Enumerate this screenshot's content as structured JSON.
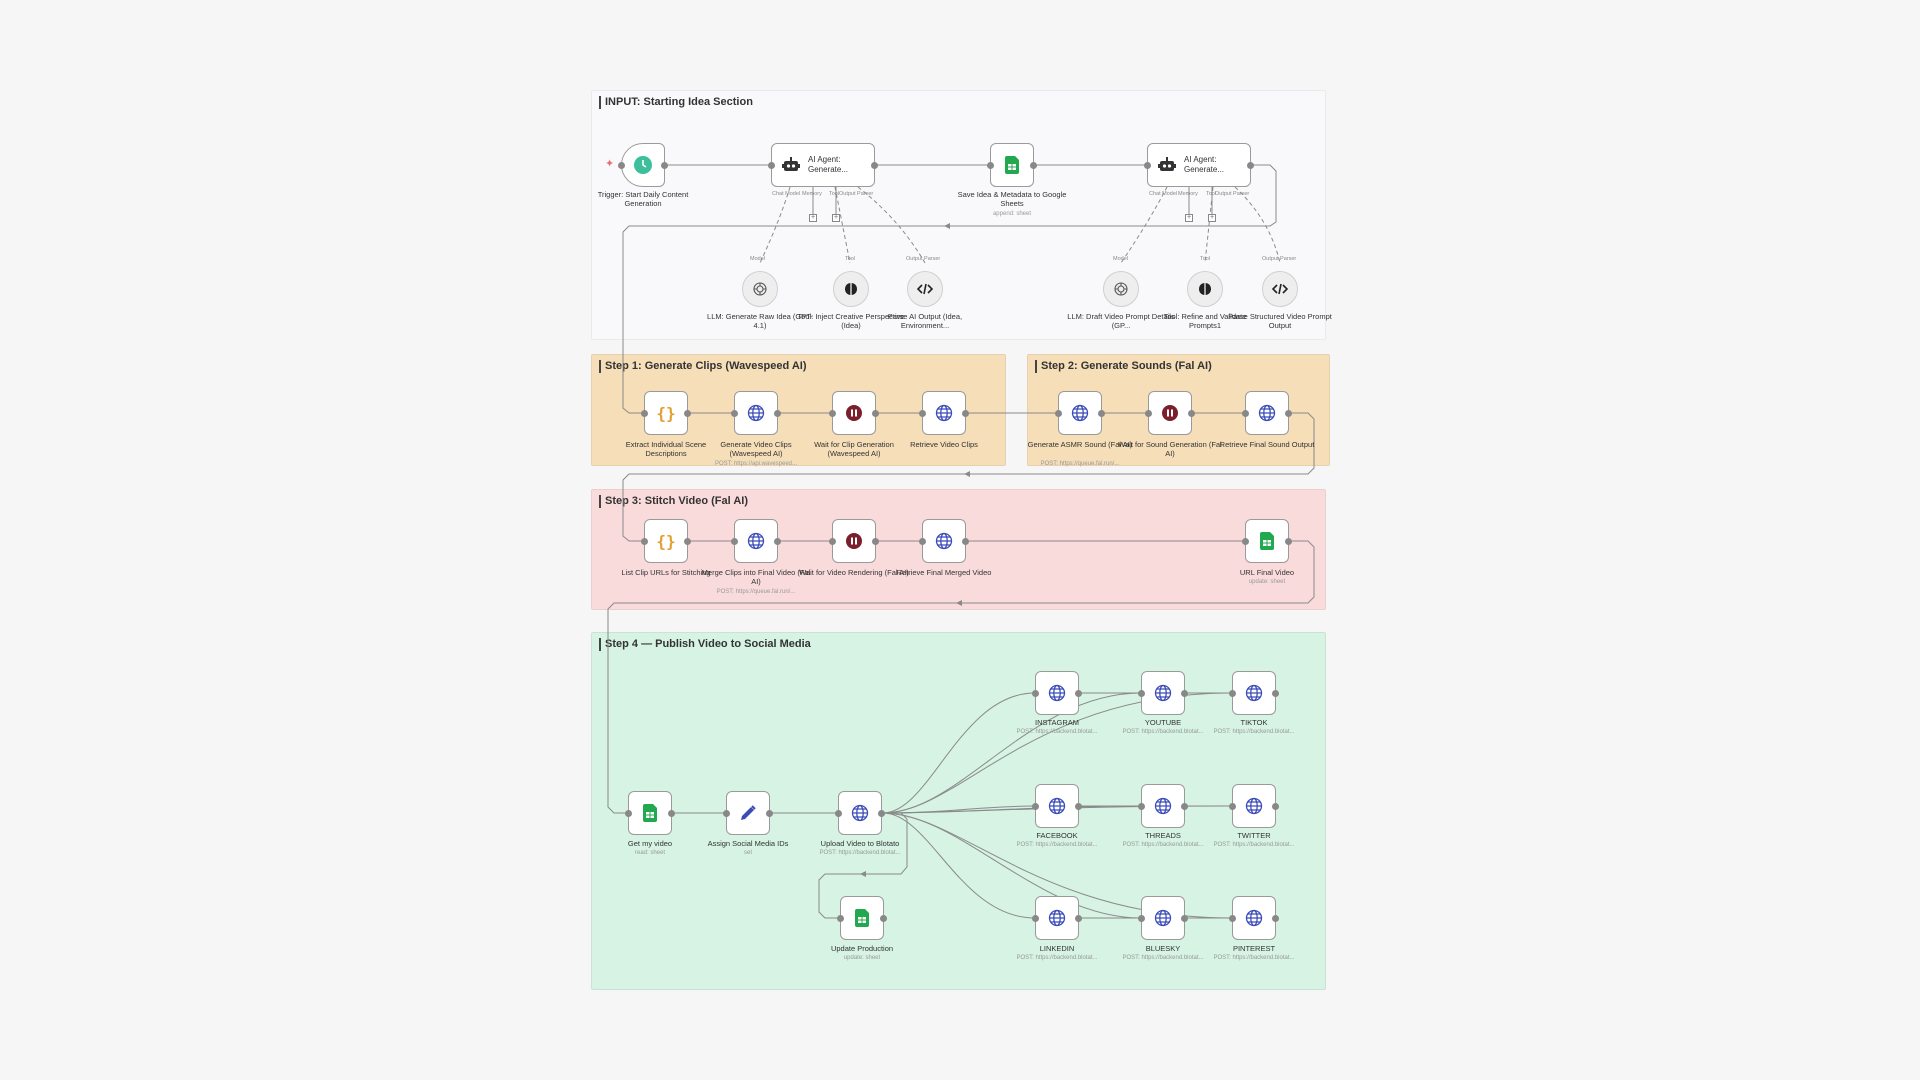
{
  "sections": {
    "input": "INPUT: Starting Idea Section",
    "step1": "Step 1: Generate Clips (Wavespeed AI)",
    "step2": "Step 2: Generate Sounds (Fal AI)",
    "step3": "Step 3: Stitch Video (Fal AI)",
    "step4": "Step 4 — Publish Video to Social Media"
  },
  "nodes": {
    "trigger": {
      "label": "Trigger: Start Daily Content Generation",
      "icon": "clock-icon"
    },
    "agent1": {
      "label": "AI Agent: Generate...",
      "icon": "robot-icon"
    },
    "save_idea": {
      "label": "Save Idea & Metadata to Google Sheets",
      "sub": "append: sheet",
      "icon": "sheets-icon"
    },
    "agent2": {
      "label": "AI Agent: Generate...",
      "icon": "robot-icon"
    },
    "llm_raw": {
      "label": "LLM: Generate Raw Idea (GPT-4.1)",
      "icon": "openai-icon"
    },
    "tool_inject": {
      "label": "Tool: Inject Creative Perspective (Idea)",
      "icon": "brain-icon"
    },
    "parse_ai": {
      "label": "Parse AI Output (Idea, Environment...",
      "icon": "code-icon"
    },
    "llm_draft": {
      "label": "LLM: Draft Video Prompt Details (GP...",
      "icon": "openai-icon"
    },
    "tool_refine": {
      "label": "Tool: Refine and Validate Prompts1",
      "icon": "brain-icon"
    },
    "parse_struct": {
      "label": "Parse Structured Video Prompt Output",
      "icon": "code-icon"
    },
    "extract_scenes": {
      "label": "Extract Individual Scene Descriptions",
      "icon": "braces-icon"
    },
    "gen_clips": {
      "label": "Generate Video Clips (Wavespeed AI)",
      "sub": "POST: https://api.wavespeed...",
      "icon": "globe-icon"
    },
    "wait_clips": {
      "label": "Wait for Clip Generation (Wavespeed AI)",
      "icon": "pause-icon"
    },
    "retrieve_clips": {
      "label": "Retrieve Video Clips",
      "icon": "globe-icon"
    },
    "gen_asmr": {
      "label": "Generate ASMR Sound (Fal AI)",
      "sub": "POST: https://queue.fal.run/...",
      "icon": "globe-icon"
    },
    "wait_sound": {
      "label": "Wait for Sound Generation (Fal AI)",
      "icon": "pause-icon"
    },
    "retrieve_sound": {
      "label": "Retrieve Final Sound Output",
      "icon": "globe-icon"
    },
    "list_urls": {
      "label": "List Clip URLs for Stitching",
      "icon": "braces-icon"
    },
    "merge_clips": {
      "label": "Merge Clips into Final Video (Fal AI)",
      "sub": "POST: https://queue.fal.run/...",
      "icon": "globe-icon"
    },
    "wait_render": {
      "label": "Wait for Video Rendering (Fal AI)",
      "icon": "pause-icon"
    },
    "retrieve_merged": {
      "label": "Retrieve Final Merged Video",
      "icon": "globe-icon"
    },
    "url_final": {
      "label": "URL Final Video",
      "sub": "update: sheet",
      "icon": "sheets-icon"
    },
    "get_video": {
      "label": "Get my video",
      "sub": "read: sheet",
      "icon": "sheets-icon"
    },
    "assign_ids": {
      "label": "Assign Social Media IDs",
      "sub": "set",
      "icon": "pencil-icon"
    },
    "upload_blotato": {
      "label": "Upload Video to Blotato",
      "sub": "POST: https://backend.blotat...",
      "icon": "globe-icon"
    },
    "update_prod": {
      "label": "Update Production",
      "sub": "update: sheet",
      "icon": "sheets-icon"
    },
    "instagram": {
      "label": "INSTAGRAM",
      "sub": "POST: https://backend.blotat...",
      "icon": "globe-icon"
    },
    "youtube": {
      "label": "YOUTUBE",
      "sub": "POST: https://backend.blotat...",
      "icon": "globe-icon"
    },
    "tiktok": {
      "label": "TIKTOK",
      "sub": "POST: https://backend.blotat...",
      "icon": "globe-icon"
    },
    "facebook": {
      "label": "FACEBOOK",
      "sub": "POST: https://backend.blotat...",
      "icon": "globe-icon"
    },
    "threads": {
      "label": "THREADS",
      "sub": "POST: https://backend.blotat...",
      "icon": "globe-icon"
    },
    "twitter": {
      "label": "TWITTER",
      "sub": "POST: https://backend.blotat...",
      "icon": "globe-icon"
    },
    "linkedin": {
      "label": "LINKEDIN",
      "sub": "POST: https://backend.blotat...",
      "icon": "globe-icon"
    },
    "bluesky": {
      "label": "BLUESKY",
      "sub": "POST: https://backend.blotat...",
      "icon": "globe-icon"
    },
    "pinterest": {
      "label": "PINTEREST",
      "sub": "POST: https://backend.blotat...",
      "icon": "globe-icon"
    }
  },
  "ports": {
    "chat_model": "Chat Model",
    "memory": "Memory",
    "tool": "Tool",
    "output_parser": "Output Parser",
    "model": "Model"
  },
  "colors": {
    "sheets": "#22a94f",
    "clock": "#3cbf9a",
    "pause": "#7a1f2b",
    "globe": "#3b4cb8",
    "braces": "#e0a030",
    "pencil": "#3b4cb8"
  }
}
